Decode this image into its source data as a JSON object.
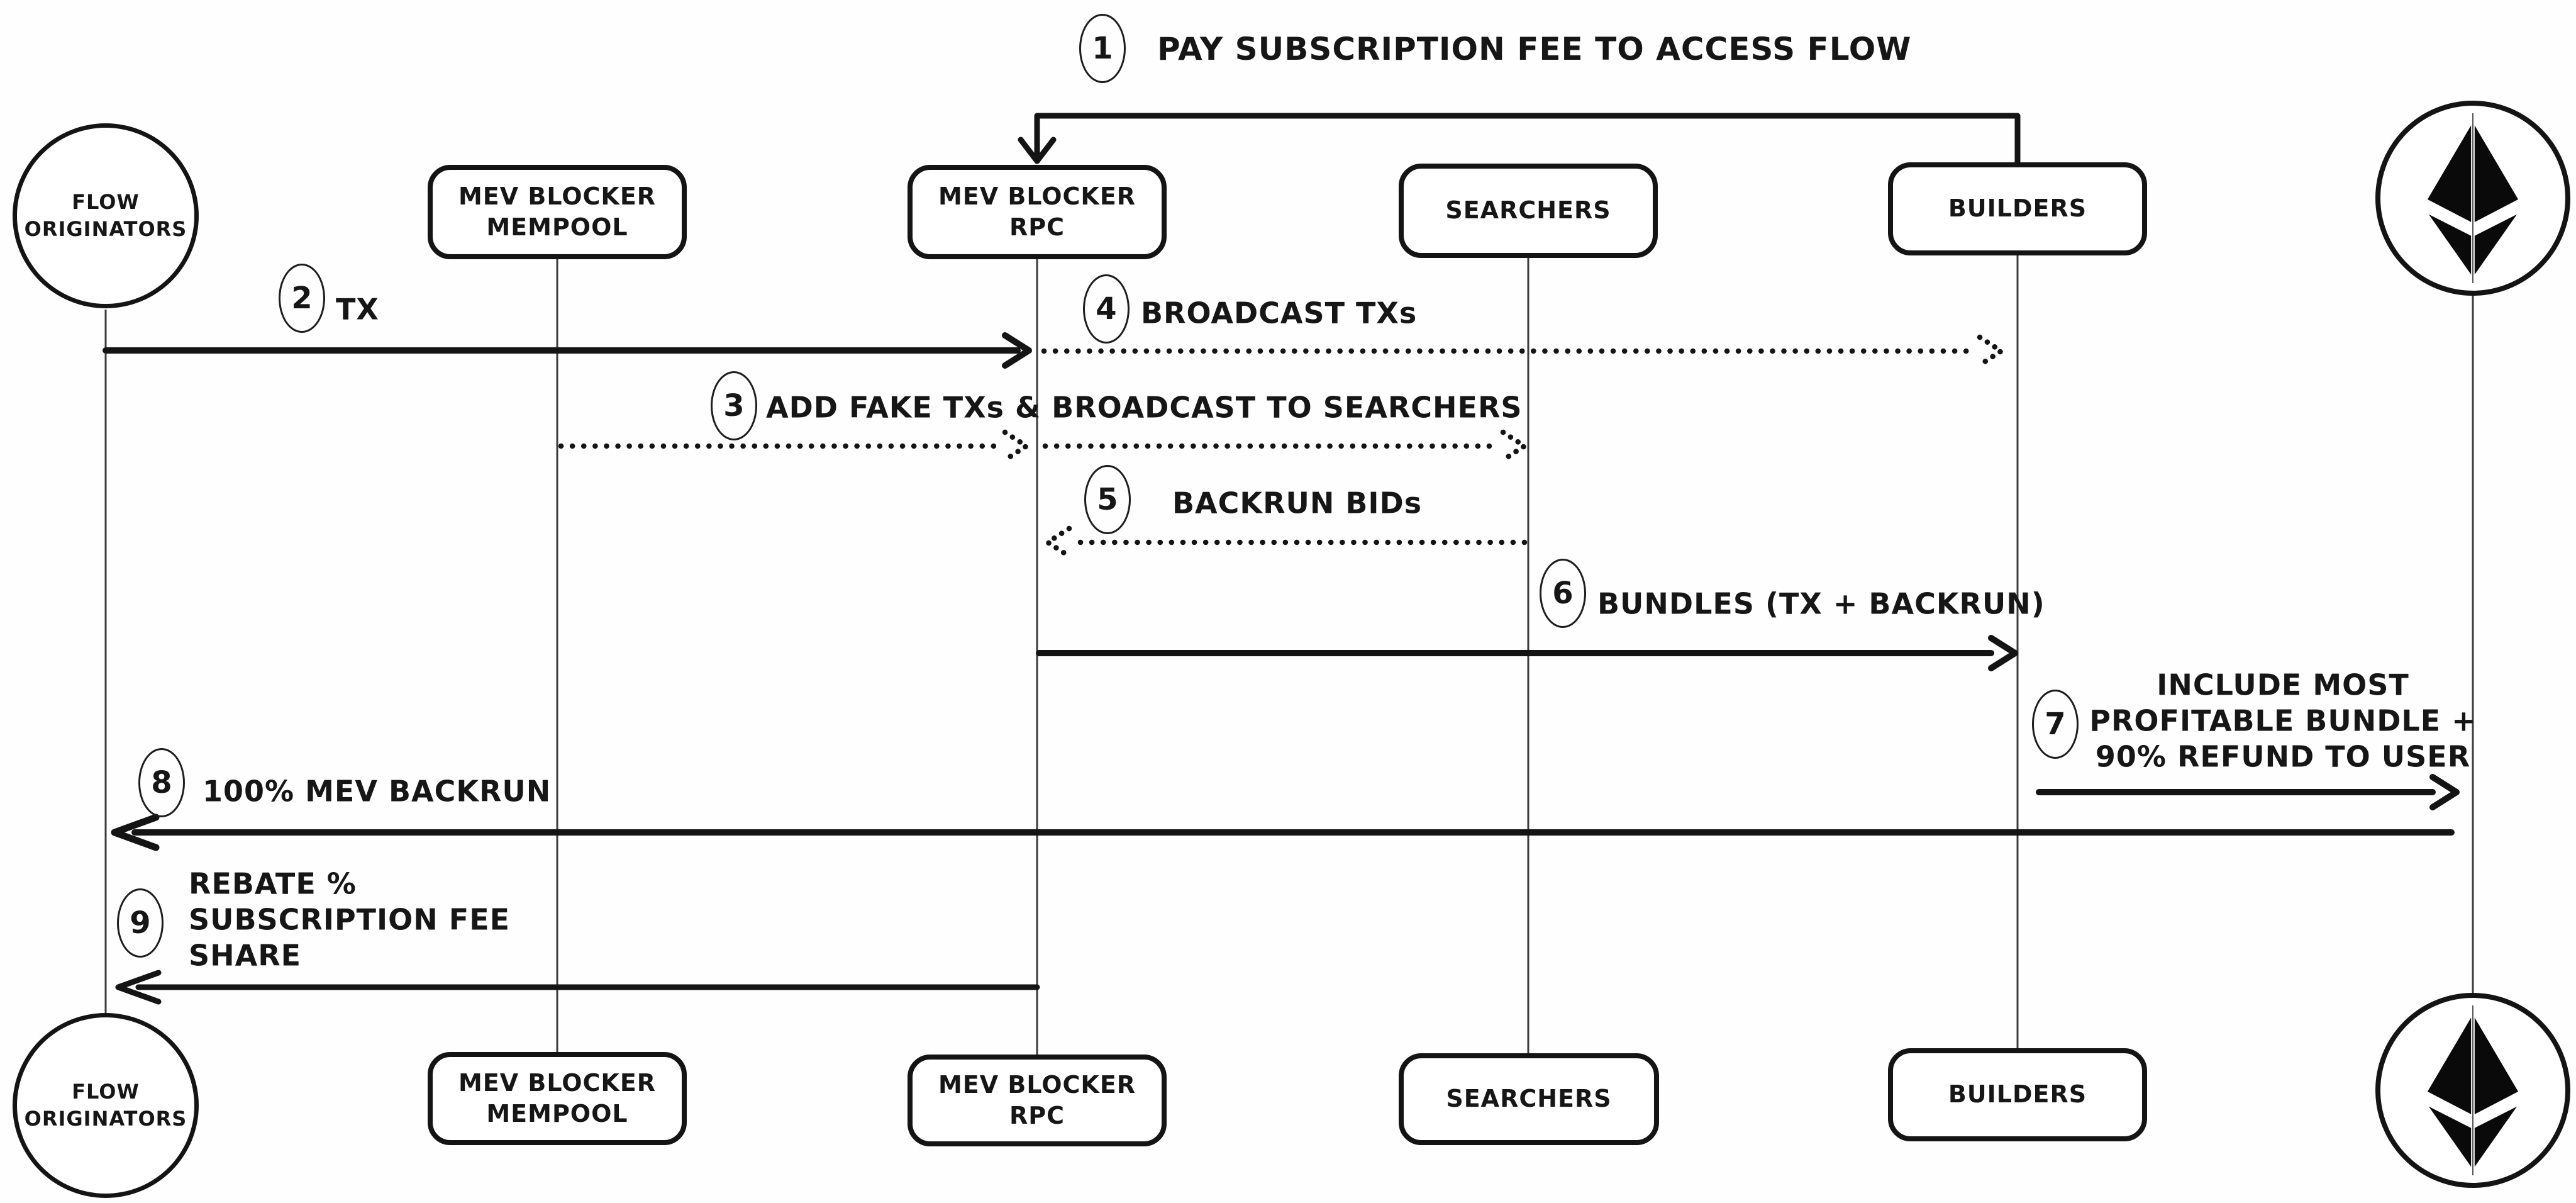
{
  "colors": {
    "ink": "#161616",
    "background": "#fefefe"
  },
  "actors": [
    {
      "id": "flow-originators",
      "label": "FLOW\nORIGINATORS",
      "shape": "circle"
    },
    {
      "id": "mev-blocker-mempool",
      "label": "MEV BLOCKER\nMEMPOOL",
      "shape": "box"
    },
    {
      "id": "mev-blocker-rpc",
      "label": "MEV BLOCKER\nRPC",
      "shape": "box"
    },
    {
      "id": "searchers",
      "label": "SEARCHERS",
      "shape": "box"
    },
    {
      "id": "builders",
      "label": "BUILDERS",
      "shape": "box"
    },
    {
      "id": "ethereum",
      "label": "",
      "icon": "ethereum-logo",
      "shape": "circle-icon"
    }
  ],
  "messages": [
    {
      "number": "1",
      "label": "PAY SUBSCRIPTION FEE TO ACCESS FLOW",
      "from": "BUILDERS",
      "to": "MEV BLOCKER RPC",
      "line": "solid-elbow"
    },
    {
      "number": "2",
      "label": "TX",
      "from": "FLOW ORIGINATORS",
      "to": "MEV BLOCKER RPC",
      "line": "solid"
    },
    {
      "number": "3",
      "label": "ADD FAKE TXs & BROADCAST TO SEARCHERS",
      "from": "MEV BLOCKER MEMPOOL",
      "to": "SEARCHERS",
      "line": "dotted"
    },
    {
      "number": "4",
      "label": "BROADCAST TXs",
      "from": "MEV BLOCKER RPC",
      "to": "BUILDERS",
      "line": "dotted"
    },
    {
      "number": "5",
      "label": "BACKRUN BIDs",
      "from": "SEARCHERS",
      "to": "MEV BLOCKER RPC",
      "line": "dotted"
    },
    {
      "number": "6",
      "label": "BUNDLES (TX + BACKRUN)",
      "from": "MEV BLOCKER RPC",
      "to": "BUILDERS",
      "line": "solid"
    },
    {
      "number": "7",
      "label": "INCLUDE MOST\nPROFITABLE BUNDLE +\n90% REFUND TO USER",
      "from": "BUILDERS",
      "to": "ETHEREUM",
      "line": "solid"
    },
    {
      "number": "8",
      "label": "100% MEV BACKRUN",
      "from": "ETHEREUM",
      "to": "FLOW ORIGINATORS",
      "line": "solid"
    },
    {
      "number": "9",
      "label": "REBATE %\nSUBSCRIPTION FEE\nSHARE",
      "from": "MEV BLOCKER RPC",
      "to": "FLOW ORIGINATORS",
      "line": "solid"
    }
  ]
}
